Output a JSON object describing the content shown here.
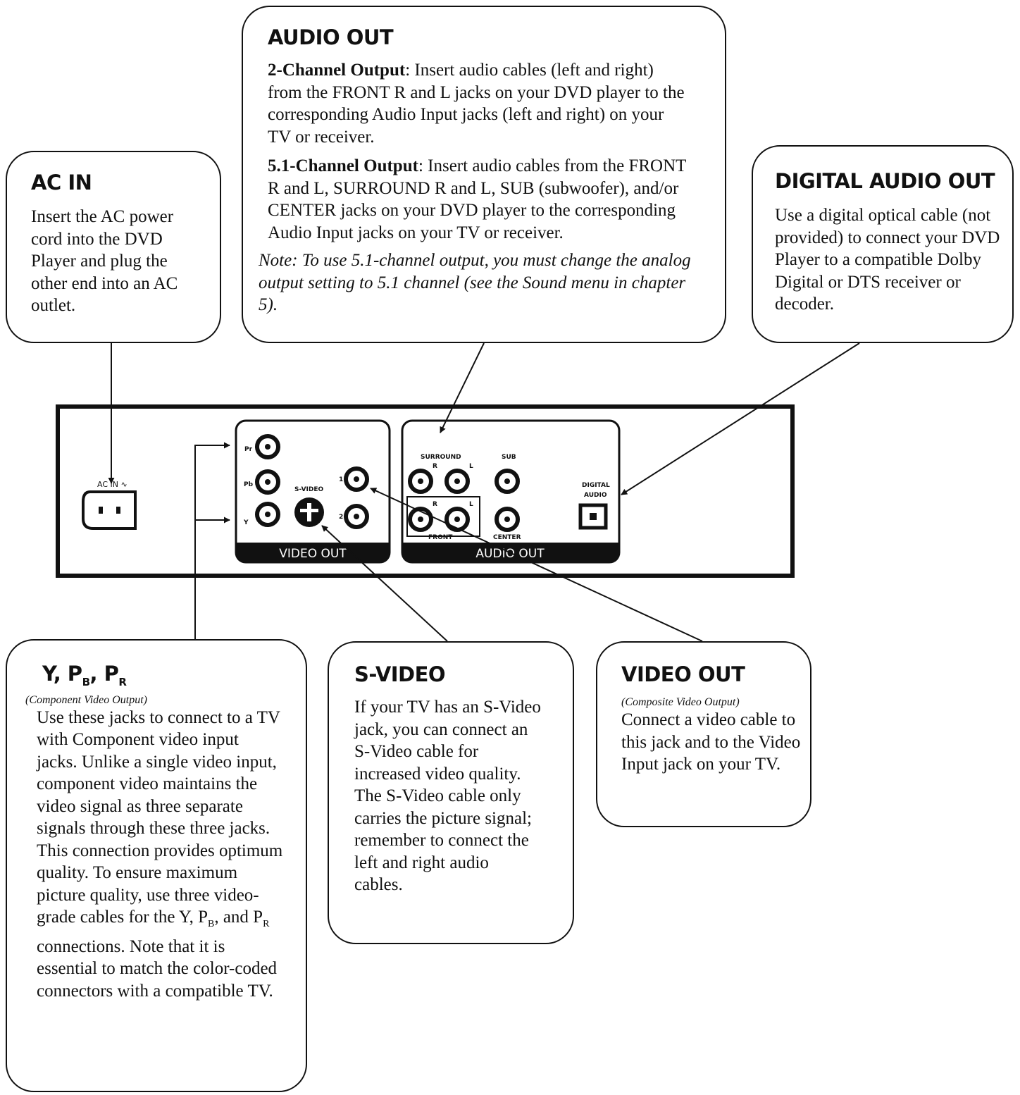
{
  "ac_in": {
    "title": "AC IN",
    "body": "Insert the AC power cord into the DVD Player and plug the other end into an AC outlet."
  },
  "audio_out": {
    "title": "AUDIO OUT",
    "p1_bold": "2-Channel Output",
    "p1_text": ": Insert audio cables (left and right) from the FRONT R and L jacks on your DVD player to the corresponding Audio Input jacks (left and right) on your TV or receiver.",
    "p2_bold": "5.1-Channel Output",
    "p2_text": ": Insert audio cables from the FRONT R and L, SURROUND R and L, SUB (subwoofer), and/or CENTER jacks on your DVD player to the corresponding Audio Input jacks on your TV or receiver.",
    "note": "Note: To use 5.1-channel output, you must change the analog output setting  to 5.1 channel (see the Sound menu in chapter 5)."
  },
  "digital_audio_out": {
    "title": "DIGITAL AUDIO OUT",
    "body": "Use a digital optical cable (not provided) to connect your DVD Player to a compatible Dolby Digital or DTS receiver or decoder."
  },
  "component": {
    "title_y": "Y, P",
    "sub_b": "B",
    "sep": ", P",
    "sub_r": "R",
    "caption": "(Component Video Output)",
    "body_1": "Use these jacks to connect to a TV with Component video input jacks. Unlike a single video input, component video maintains the video signal as three separate signals through these three jacks. This connection provides optimum quality. To ensure maximum picture quality, use three video-grade cables for the Y, P",
    "body_sub_b": "B",
    "body_2": ", and P",
    "body_sub_r": "R",
    "body_3": " connections. Note that it is essential to match the color-coded connectors with a compatible TV."
  },
  "s_video": {
    "title": "S-VIDEO",
    "body": "If your TV has an S-Video jack, you can connect an S-Video cable for increased video quality. The S-Video cable only carries the picture signal; remember to connect the left and right audio cables."
  },
  "video_out": {
    "title": "VIDEO OUT",
    "caption": "(Composite Video Output)",
    "body": "Connect a video cable to this jack and to the Video Input jack on your TV."
  },
  "panel": {
    "ac_label": "AC IN ∿",
    "video_section": "VIDEO OUT",
    "audio_section": "AUDIO OUT",
    "pr": "Pr",
    "pb": "Pb",
    "y": "Y",
    "s_video": "S-VIDEO",
    "one": "1",
    "two": "2",
    "surround": "SURROUND",
    "r": "R",
    "l": "L",
    "sub": "SUB",
    "front": "FRONT",
    "center": "CENTER",
    "digital": "DIGITAL",
    "audio": "AUDIO"
  }
}
